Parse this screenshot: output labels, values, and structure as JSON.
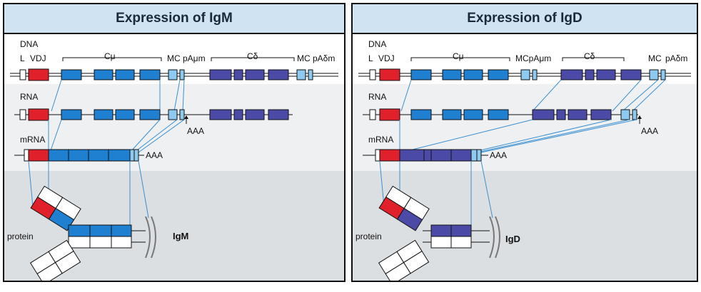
{
  "left_panel": {
    "title": "Expression of IgM",
    "labels": {
      "dna": "DNA",
      "l": "L",
      "vdj": "VDJ",
      "cmu": "Cμ",
      "mc": "MC",
      "pa_mu_m": "pAμm",
      "cdelta": "Cδ",
      "mc2": "MC",
      "pa_delta_m": "pAδm",
      "rna": "RNA",
      "aaa_rna": "AAA",
      "mrna": "mRNA",
      "aaa_mrna": "AAA",
      "protein": "protein",
      "product": "IgM"
    }
  },
  "right_panel": {
    "title": "Expression of IgD",
    "labels": {
      "dna": "DNA",
      "l": "L",
      "vdj": "VDJ",
      "cmu": "Cμ",
      "mc_pa": "MCpAμm",
      "cdelta": "Cδ",
      "mc": "MC",
      "pa_delta_m": "pAδm",
      "rna": "RNA",
      "aaa_rna": "AAA",
      "mrna": "mRNA",
      "aaa_mrna": "AAA",
      "protein": "protein",
      "product": "IgD"
    }
  },
  "colors": {
    "vdj_red": "#e0202a",
    "cmu_blue": "#1f7fd0",
    "cdelta_purple": "#4b4aa6",
    "membrane_light_blue": "#8ec9ef",
    "connector": "#3a8fd0"
  }
}
